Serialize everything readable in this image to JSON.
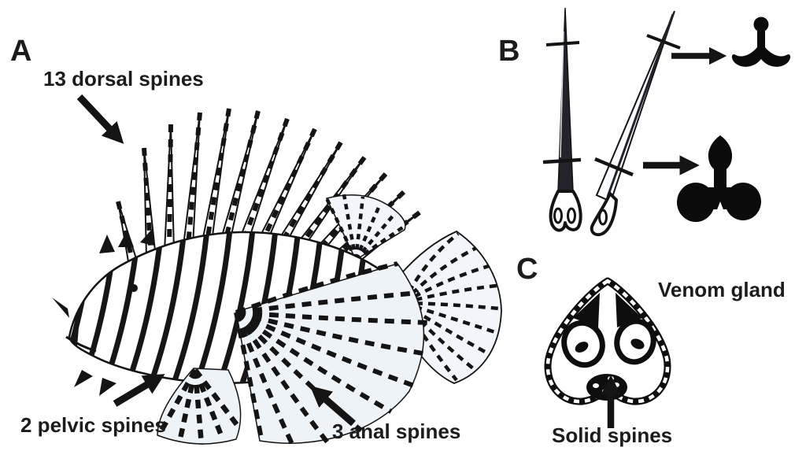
{
  "colors": {
    "ink": "#141414",
    "paper": "#ffffff",
    "fin_tint": "#eef3f8"
  },
  "panel_a": {
    "letter": "A",
    "dorsal_spines_label": "13 dorsal spines",
    "pelvic_spines_label": "2 pelvic spines",
    "anal_spines_label": "3 anal spines"
  },
  "panel_b": {
    "letter": "B"
  },
  "panel_c": {
    "letter": "C",
    "venom_gland_label": "Venom gland",
    "solid_spines_label": "Solid spines"
  }
}
